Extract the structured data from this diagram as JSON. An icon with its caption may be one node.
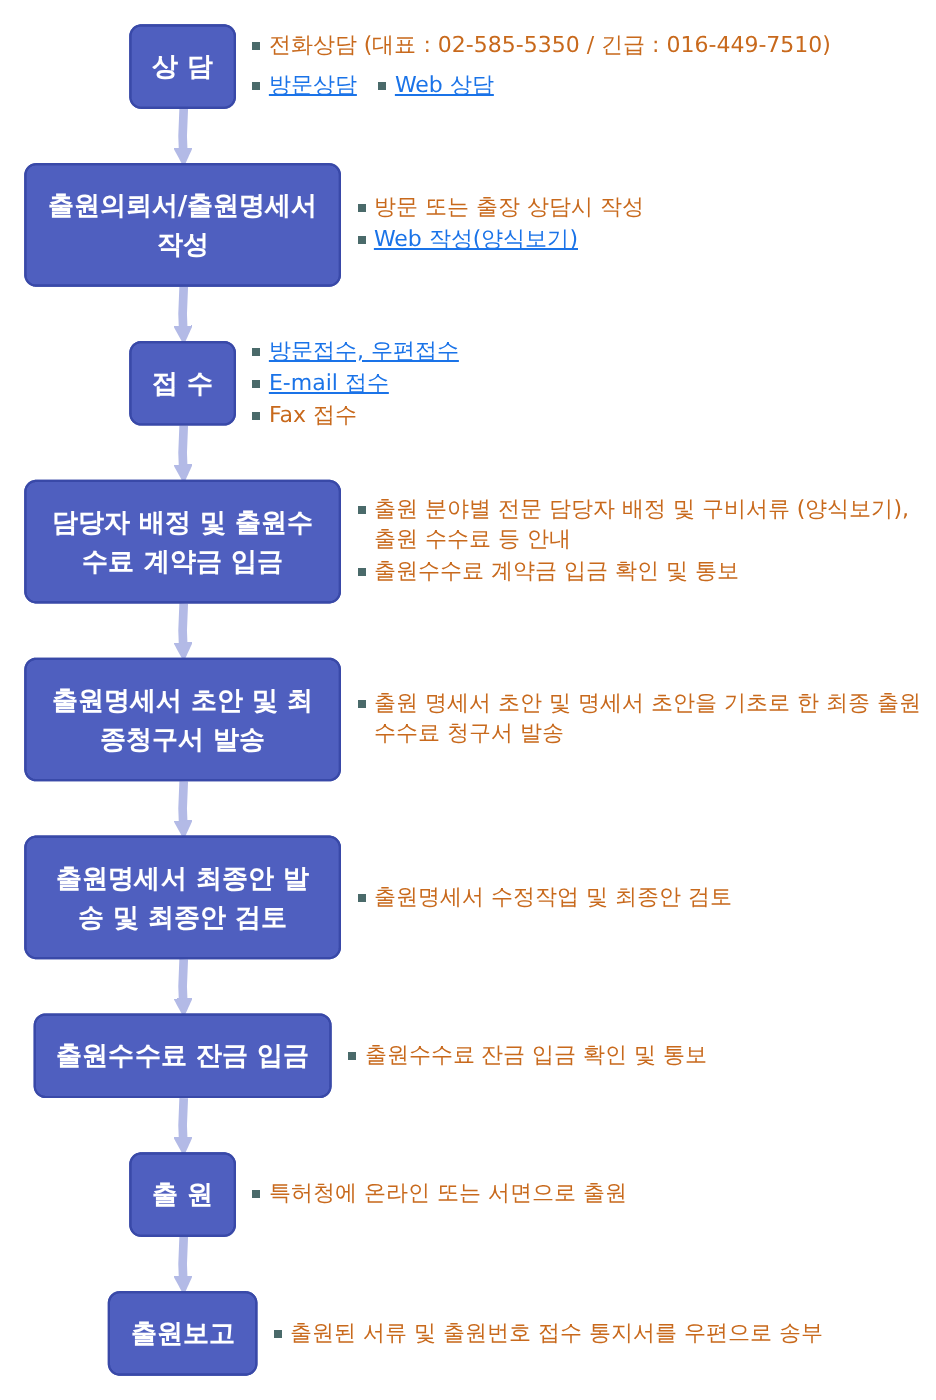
{
  "diagram": {
    "nodes": [
      {
        "text": [
          "상 담"
        ],
        "beside": [
          "전화상담 (대표 : 02-585-5350 / 긴급 : 016-449-7510)",
          "방문상담",
          "Web 상담"
        ]
      },
      {
        "text": [
          "출원의뢰서/출원명세서작성"
        ],
        "beside": [
          "방문 또는 출장 상담시 작성",
          "Web 작성(양식보기)"
        ]
      },
      {
        "text": [
          "접 수"
        ],
        "beside": [
          "방문접수, 우편접수",
          "E-mail 접수",
          "Fax 접수"
        ]
      },
      {
        "text": [
          "담당자 배정 및 출원수수료 계약금 입금"
        ],
        "beside": [
          "출원 분야별 전문 담당자 배정 및 구비서류 (양식보기), 출원 수수료 등 안내",
          "출원수수료 계약금 입금 확인 및 통보"
        ]
      },
      {
        "text": [
          "출원명세서 초안 및 최종청구서 발송"
        ],
        "beside": [
          "출원 명세서 초안 및 명세서 초안을 기초로 한 최종 출원수수료 청구서 발송"
        ]
      },
      {
        "text": [
          "출원명세서 최종안 발송 및 최종안 검토"
        ],
        "beside": [
          "출원명세서 수정작업 및 최종안 검토"
        ]
      },
      {
        "text": [
          "출원수수료 잔금 입금"
        ],
        "beside": [
          "출원수수료 잔금 입금 확인 및 통보"
        ]
      },
      {
        "text": [
          "출 원"
        ],
        "beside": [
          "특허청에 온라인 또는 서면으로 출원"
        ]
      },
      {
        "text": [
          "출원보고"
        ],
        "beside": [
          "출원된 서류 및 출원번호 접수 통지서를 우편으로 송부"
        ]
      }
    ],
    "edges": [
      {
        "from": 0,
        "to": 1,
        "arrow": "to"
      },
      {
        "from": 1,
        "to": 2,
        "arrow": "to"
      },
      {
        "from": 2,
        "to": 3,
        "arrow": "to"
      },
      {
        "from": 3,
        "to": 4,
        "arrow": "to"
      },
      {
        "from": 4,
        "to": 5,
        "arrow": "to"
      },
      {
        "from": 5,
        "to": 6,
        "arrow": "to"
      },
      {
        "from": 6,
        "to": 7,
        "arrow": "to"
      },
      {
        "from": 7,
        "to": 8,
        "arrow": "to"
      }
    ]
  }
}
